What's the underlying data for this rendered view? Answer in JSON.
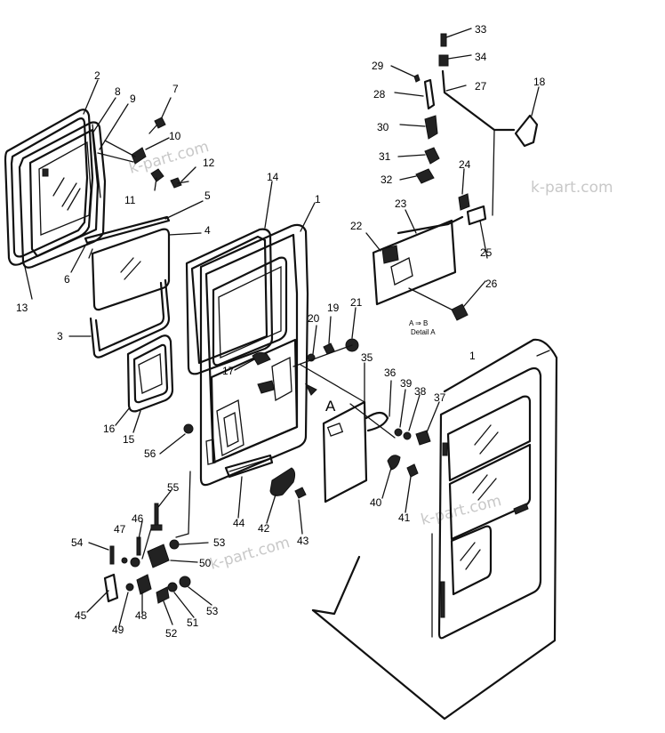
{
  "labels": {
    "n1a": "1",
    "n1b": "1",
    "n2": "2",
    "n3": "3",
    "n4": "4",
    "n5": "5",
    "n6": "6",
    "n7": "7",
    "n8": "8",
    "n9": "9",
    "n10": "10",
    "n11": "11",
    "n12": "12",
    "n13": "13",
    "n14": "14",
    "n15": "15",
    "n16": "16",
    "n17": "17",
    "n18": "18",
    "n19": "19",
    "n20": "20",
    "n21": "21",
    "n22": "22",
    "n23": "23",
    "n24": "24",
    "n25": "25",
    "n26": "26",
    "n27": "27",
    "n28": "28",
    "n29": "29",
    "n30": "30",
    "n31": "31",
    "n32": "32",
    "n33": "33",
    "n34": "34",
    "n35": "35",
    "n36": "36",
    "n37": "37",
    "n38": "38",
    "n39": "39",
    "n40": "40",
    "n41": "41",
    "n42": "42",
    "n43": "43",
    "n44": "44",
    "n45": "45",
    "n46": "46",
    "n47": "47",
    "n48": "48",
    "n49": "49",
    "n50": "50",
    "n51": "51",
    "n52": "52",
    "n53a": "53",
    "n53b": "53",
    "n54": "54",
    "n55": "55",
    "n56": "56"
  },
  "detail": {
    "arrow_text": "A  ⇒  B",
    "caption": "Detail  A",
    "view_letter": "A"
  },
  "watermark": "k-part.com"
}
